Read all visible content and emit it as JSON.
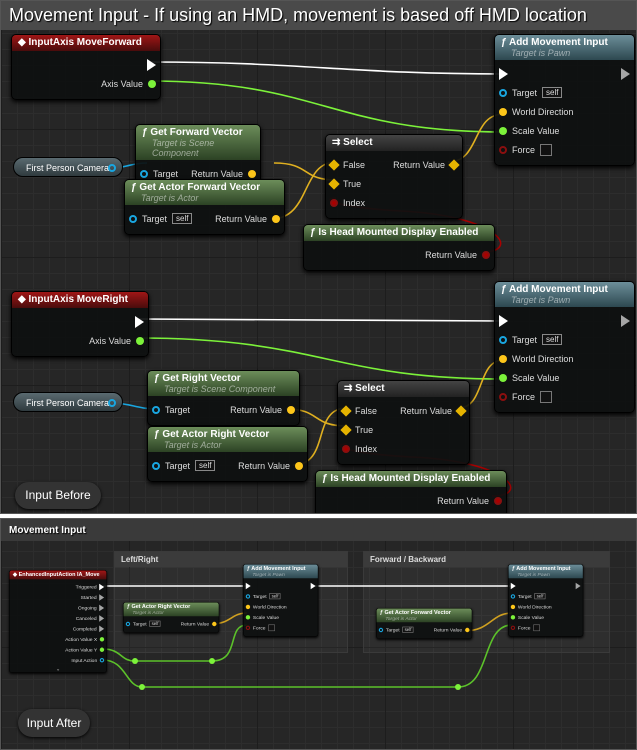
{
  "before": {
    "title": "Movement Input - If using an HMD, movement is based off HMD location",
    "bubble": "Input Before",
    "variables": [
      {
        "id": "fpc1",
        "label": "First Person Camera",
        "type": "object"
      },
      {
        "id": "fpc2",
        "label": "First Person Camera",
        "type": "object"
      }
    ],
    "nodes": [
      {
        "id": "axisF",
        "kind": "event",
        "icon": "event-diamond-icon",
        "title": "InputAxis MoveForward",
        "inputs": [],
        "outputs": [
          {
            "type": "exec",
            "label": ""
          },
          {
            "type": "float",
            "label": "Axis Value"
          }
        ]
      },
      {
        "id": "amiF",
        "kind": "func",
        "icon": "function-icon",
        "title": "Add Movement Input",
        "subtitle": "Target is Pawn",
        "inputs": [
          {
            "type": "exec",
            "label": ""
          },
          {
            "type": "object",
            "label": "Target",
            "default": "self"
          },
          {
            "type": "vector",
            "label": "World Direction"
          },
          {
            "type": "float",
            "label": "Scale Value"
          },
          {
            "type": "bool",
            "label": "Force",
            "checkbox": true
          }
        ],
        "outputs": [
          {
            "type": "exec",
            "label": "",
            "hollow": true
          }
        ]
      },
      {
        "id": "gfv",
        "kind": "pure",
        "icon": "function-icon",
        "title": "Get Forward Vector",
        "subtitle": "Target is Scene Component",
        "inputs": [
          {
            "type": "object",
            "label": "Target"
          }
        ],
        "outputs": [
          {
            "type": "vector",
            "label": "Return Value"
          }
        ]
      },
      {
        "id": "gafv",
        "kind": "pure",
        "icon": "function-icon",
        "title": "Get Actor Forward Vector",
        "subtitle": "Target is Actor",
        "inputs": [
          {
            "type": "object",
            "label": "Target",
            "default": "self"
          }
        ],
        "outputs": [
          {
            "type": "vector",
            "label": "Return Value"
          }
        ]
      },
      {
        "id": "selF",
        "kind": "select",
        "icon": "select-icon",
        "title": "Select",
        "inputs": [
          {
            "type": "wild",
            "label": "False"
          },
          {
            "type": "wild",
            "label": "True"
          },
          {
            "type": "bool",
            "label": "Index",
            "filled": true
          }
        ],
        "outputs": [
          {
            "type": "wild",
            "label": "Return Value"
          }
        ]
      },
      {
        "id": "hmdF",
        "kind": "pure",
        "icon": "function-icon",
        "title": "Is Head Mounted Display Enabled",
        "inputs": [],
        "outputs": [
          {
            "type": "bool",
            "label": "Return Value",
            "filled": true
          }
        ]
      },
      {
        "id": "axisR",
        "kind": "event",
        "icon": "event-diamond-icon",
        "title": "InputAxis MoveRight",
        "inputs": [],
        "outputs": [
          {
            "type": "exec",
            "label": ""
          },
          {
            "type": "float",
            "label": "Axis Value"
          }
        ]
      },
      {
        "id": "amiR",
        "kind": "func",
        "icon": "function-icon",
        "title": "Add Movement Input",
        "subtitle": "Target is Pawn",
        "inputs": [
          {
            "type": "exec",
            "label": ""
          },
          {
            "type": "object",
            "label": "Target",
            "default": "self"
          },
          {
            "type": "vector",
            "label": "World Direction"
          },
          {
            "type": "float",
            "label": "Scale Value"
          },
          {
            "type": "bool",
            "label": "Force",
            "checkbox": true
          }
        ],
        "outputs": [
          {
            "type": "exec",
            "label": "",
            "hollow": true
          }
        ]
      },
      {
        "id": "grv",
        "kind": "pure",
        "icon": "function-icon",
        "title": "Get Right Vector",
        "subtitle": "Target is Scene Component",
        "inputs": [
          {
            "type": "object",
            "label": "Target"
          }
        ],
        "outputs": [
          {
            "type": "vector",
            "label": "Return Value"
          }
        ]
      },
      {
        "id": "garv",
        "kind": "pure",
        "icon": "function-icon",
        "title": "Get Actor Right Vector",
        "subtitle": "Target is Actor",
        "inputs": [
          {
            "type": "object",
            "label": "Target",
            "default": "self"
          }
        ],
        "outputs": [
          {
            "type": "vector",
            "label": "Return Value"
          }
        ]
      },
      {
        "id": "selR",
        "kind": "select",
        "icon": "select-icon",
        "title": "Select",
        "inputs": [
          {
            "type": "wild",
            "label": "False"
          },
          {
            "type": "wild",
            "label": "True"
          },
          {
            "type": "bool",
            "label": "Index",
            "filled": true
          }
        ],
        "outputs": [
          {
            "type": "wild",
            "label": "Return Value"
          }
        ]
      },
      {
        "id": "hmdR",
        "kind": "pure",
        "icon": "function-icon",
        "title": "Is Head Mounted Display Enabled",
        "inputs": [],
        "outputs": [
          {
            "type": "bool",
            "label": "Return Value",
            "filled": true
          }
        ]
      }
    ]
  },
  "after": {
    "title": "Movement Input",
    "bubble": "Input After",
    "comments": [
      {
        "id": "c1",
        "label": "Left/Right"
      },
      {
        "id": "c2",
        "label": "Forward / Backward"
      }
    ],
    "nodes": [
      {
        "id": "ia",
        "kind": "event",
        "icon": "event-diamond-icon",
        "title": "EnhancedInputAction IA_Move",
        "inputs": [],
        "outputs": [
          {
            "type": "exec",
            "label": "Triggered"
          },
          {
            "type": "exec",
            "label": "Started",
            "hollow": true
          },
          {
            "type": "exec",
            "label": "Ongoing",
            "hollow": true
          },
          {
            "type": "exec",
            "label": "Canceled",
            "hollow": true
          },
          {
            "type": "exec",
            "label": "Completed",
            "hollow": true
          },
          {
            "type": "float",
            "label": "Action Value X"
          },
          {
            "type": "float",
            "label": "Action Value Y"
          },
          {
            "type": "object",
            "label": "Input Action"
          }
        ],
        "expand": "⌄"
      },
      {
        "id": "garv2",
        "kind": "pure",
        "icon": "function-icon",
        "title": "Get Actor Right Vector",
        "subtitle": "Target is Actor",
        "inputs": [
          {
            "type": "object",
            "label": "Target",
            "default": "self"
          }
        ],
        "outputs": [
          {
            "type": "vector",
            "label": "Return Value"
          }
        ]
      },
      {
        "id": "ami1",
        "kind": "func",
        "icon": "function-icon",
        "title": "Add Movement Input",
        "subtitle": "Target is Pawn",
        "inputs": [
          {
            "type": "exec",
            "label": ""
          },
          {
            "type": "object",
            "label": "Target",
            "default": "self"
          },
          {
            "type": "vector",
            "label": "World Direction"
          },
          {
            "type": "float",
            "label": "Scale Value"
          },
          {
            "type": "bool",
            "label": "Force",
            "checkbox": true
          }
        ],
        "outputs": [
          {
            "type": "exec",
            "label": ""
          }
        ]
      },
      {
        "id": "gafv2",
        "kind": "pure",
        "icon": "function-icon",
        "title": "Get Actor Forward Vector",
        "subtitle": "Target is Actor",
        "inputs": [
          {
            "type": "object",
            "label": "Target",
            "default": "self"
          }
        ],
        "outputs": [
          {
            "type": "vector",
            "label": "Return Value"
          }
        ]
      },
      {
        "id": "ami2",
        "kind": "func",
        "icon": "function-icon",
        "title": "Add Movement Input",
        "subtitle": "Target is Pawn",
        "inputs": [
          {
            "type": "exec",
            "label": ""
          },
          {
            "type": "object",
            "label": "Target",
            "default": "self"
          },
          {
            "type": "vector",
            "label": "World Direction"
          },
          {
            "type": "float",
            "label": "Scale Value"
          },
          {
            "type": "bool",
            "label": "Force",
            "checkbox": true
          }
        ],
        "outputs": [
          {
            "type": "exec",
            "label": "",
            "hollow": true
          }
        ]
      }
    ]
  },
  "colors": {
    "exec": "#ffffff",
    "float": "#7cf23a",
    "vector": "#fdc61a",
    "object": "#19a6e0",
    "bool": "#a00000"
  }
}
